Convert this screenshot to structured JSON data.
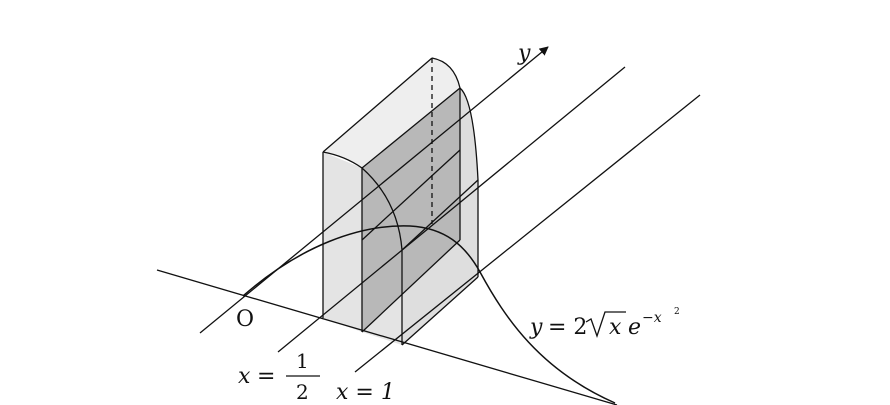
{
  "labels": {
    "y_axis": "y",
    "origin": "O",
    "x_half_prefix": "x",
    "x_half_eq": "=",
    "x_half_num": "1",
    "x_half_den": "2",
    "x_one": "x = 1",
    "curve_y": "y",
    "curve_eq": "= 2",
    "curve_x": "x",
    "curve_e": "e",
    "curve_exp": "−x",
    "curve_exp_pow": "2"
  },
  "colors": {
    "line": "#111111",
    "face_light": "#e6e6e6",
    "face_dark": "#b9b9b9",
    "background": "#ffffff"
  }
}
